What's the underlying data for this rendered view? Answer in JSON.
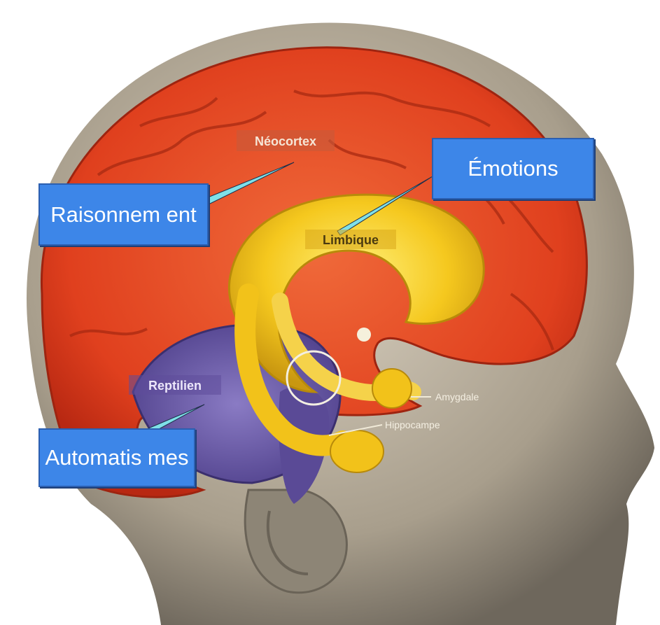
{
  "callouts": {
    "raisonnement": "Raisonnem ent",
    "emotions": "Émotions",
    "automatismes": "Automatis mes"
  },
  "labels": {
    "neocortex": "Néocortex",
    "limbique": "Limbique",
    "reptilien": "Reptilien",
    "amygdale": "Amygdale",
    "hippocampe": "Hippocampe"
  },
  "colors": {
    "callout": "#3d86e8",
    "neocortex": "#e8401f",
    "limbique": "#f2c21a",
    "reptilien": "#6b5aa8",
    "skin": "#b9ae9c"
  }
}
